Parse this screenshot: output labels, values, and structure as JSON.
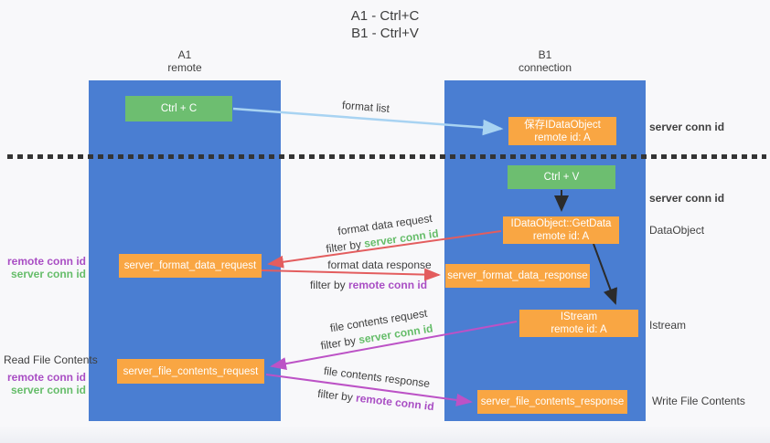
{
  "title": {
    "line1": "A1 - Ctrl+C",
    "line2": "B1 - Ctrl+V"
  },
  "lanes": {
    "left": {
      "name": "A1",
      "role": "remote"
    },
    "right": {
      "name": "B1",
      "role": "connection"
    }
  },
  "boxes": {
    "ctrl_c": "Ctrl + C",
    "ctrl_v": "Ctrl + V",
    "save_idataobject": {
      "line1": "保存IDataObject",
      "line2": "remote id: A"
    },
    "getdata": {
      "line1": "IDataObject::GetData",
      "line2": "remote id: A"
    },
    "istream": {
      "line1": "IStream",
      "line2": "remote id: A"
    },
    "format_request": "server_format_data_request",
    "format_response": "server_format_data_response",
    "file_request": "server_file_contents_request",
    "file_response": "server_file_contents_response"
  },
  "arrow_labels": {
    "format_list": "format list",
    "format_data_request": "format data request",
    "format_data_response": "format data response",
    "file_contents_request": "file contents request",
    "file_contents_response": "file contents response",
    "filter_by": "filter by",
    "server_conn_id": "server conn id",
    "remote_conn_id": "remote conn id"
  },
  "side_labels": {
    "right_server_conn_id_1": "server conn id",
    "right_server_conn_id_2": "server conn id",
    "dataobject": "DataObject",
    "istream": "Istream",
    "write_file_contents": "Write File Contents",
    "left_remote_conn_id_1": "remote conn id",
    "left_server_conn_id_1": "server conn id",
    "read_file_contents": "Read File Contents",
    "left_remote_conn_id_2": "remote conn id",
    "left_server_conn_id_2": "server conn id"
  },
  "colors": {
    "lane_blue": "#4a7ed2",
    "box_green": "#6dbe70",
    "box_orange": "#f9a643",
    "arrow_blue": "#a8d3f2",
    "arrow_red": "#e35d5e",
    "arrow_purple": "#bc52c6",
    "arrow_black": "#2b2b2b",
    "text_green": "#66bd6a",
    "text_purple": "#a94ec4",
    "text_dark": "#3f3f3f"
  }
}
